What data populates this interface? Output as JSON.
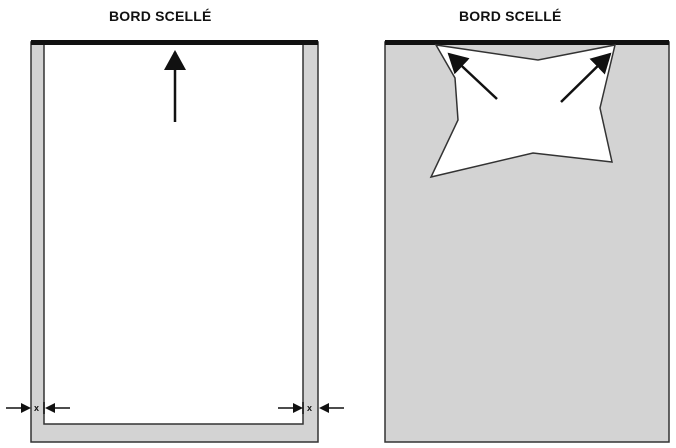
{
  "panels": {
    "left": {
      "title": "BORD SCELLÉ",
      "margin_label_left": "x",
      "margin_label_right": "x"
    },
    "right": {
      "title": "BORD SCELLÉ"
    }
  },
  "colors": {
    "gray_fill": "#d3d3d3",
    "outline": "#333333",
    "sealed_edge": "#111111",
    "white": "#ffffff"
  },
  "icons": {
    "arrow": "arrow-icon"
  }
}
